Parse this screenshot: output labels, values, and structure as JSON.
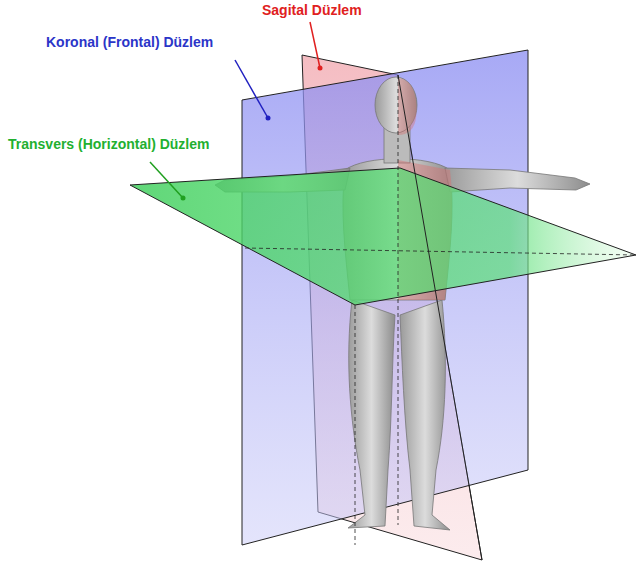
{
  "diagram": {
    "labels": [
      "Sagital Düzlem",
      "Koronal (Frontal) Düzlem",
      "Transvers (Horizontal) Düzlem"
    ]
  }
}
